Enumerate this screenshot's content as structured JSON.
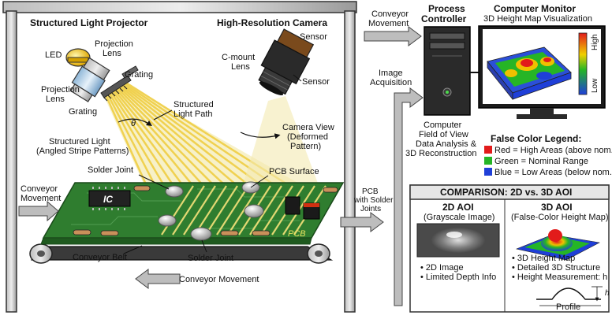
{
  "frame": {
    "projector_title": "Structured Light Projector",
    "camera_title": "High-Resolution Camera"
  },
  "projector": {
    "led": "LED",
    "projection_lens_1": [
      "Projection",
      "Lens"
    ],
    "grating_1": "Grating",
    "projection_lens_2": [
      "Projection",
      "Lens"
    ],
    "grating_2": "Grating",
    "angle": "θ",
    "light_path": [
      "Structured",
      "Light Path"
    ],
    "structured_light": [
      "Structured Light",
      "(Angled Stripe Patterns)"
    ]
  },
  "camera": {
    "sensor_1": "Sensor",
    "cmount": [
      "C-mount",
      "Lens"
    ],
    "sensor_2": "Sensor",
    "camera_view": [
      "Camera View",
      "(Deformed",
      "Pattern)"
    ]
  },
  "board": {
    "solder_joint_top": "Solder Joint",
    "pcb_surface": "PCB Surface",
    "ic": "IC",
    "pcb": "PCB",
    "conveyor_in": [
      "Conveyor",
      "Movement"
    ],
    "pcb_out": [
      "PCB",
      "with Solder",
      "Joints"
    ],
    "conveyor_belt": "Conveyor Belt",
    "solder_joint_bottom": "Solder Joint",
    "conveyor_bottom": "Conveyor Movement"
  },
  "system": {
    "conveyor_movement": [
      "Conveyor",
      "Movement"
    ],
    "image_acquisition": [
      "Image",
      "Acquisition"
    ],
    "process_controller": [
      "Process",
      "Controller"
    ],
    "computer_caption": [
      "Computer",
      "Field of View",
      "Data Analysis &",
      "3D Reconstruction"
    ],
    "monitor_title": "Computer Monitor",
    "monitor_subtitle": "3D Height Map Visualization",
    "scale_high": "High",
    "scale_low": "Low"
  },
  "legend": {
    "title": "False Color Legend:",
    "items": [
      {
        "key": "Red",
        "text": " = High Areas (above nom.)",
        "color": "#e21b1b"
      },
      {
        "key": "Green",
        "text": " = Nominal Range",
        "color": "#25b526"
      },
      {
        "key": "Blue",
        "text": " = Low Areas (below nom.)",
        "color": "#1f3fd8"
      }
    ]
  },
  "comparison": {
    "title": "COMPARISON: 2D vs. 3D AOI",
    "left_title": "2D AOI",
    "left_sub": "(Grayscale Image)",
    "left_bullets": [
      "• 2D Image",
      "• Limited Depth Info"
    ],
    "right_title": "3D AOI",
    "right_sub": "(False-Color Height Map)",
    "right_bullets": [
      "• 3D Height Map",
      "• Detailed 3D Structure",
      "• Height Measurement: h"
    ],
    "h_label": "h",
    "profile_label": "Profile"
  },
  "colors": {
    "pcb": "#2f7d2f",
    "pcb_dark": "#1f5a1f",
    "frame": "#8c8c8c",
    "light": "#f3e9a8",
    "arrow": "#b8b8b8"
  }
}
